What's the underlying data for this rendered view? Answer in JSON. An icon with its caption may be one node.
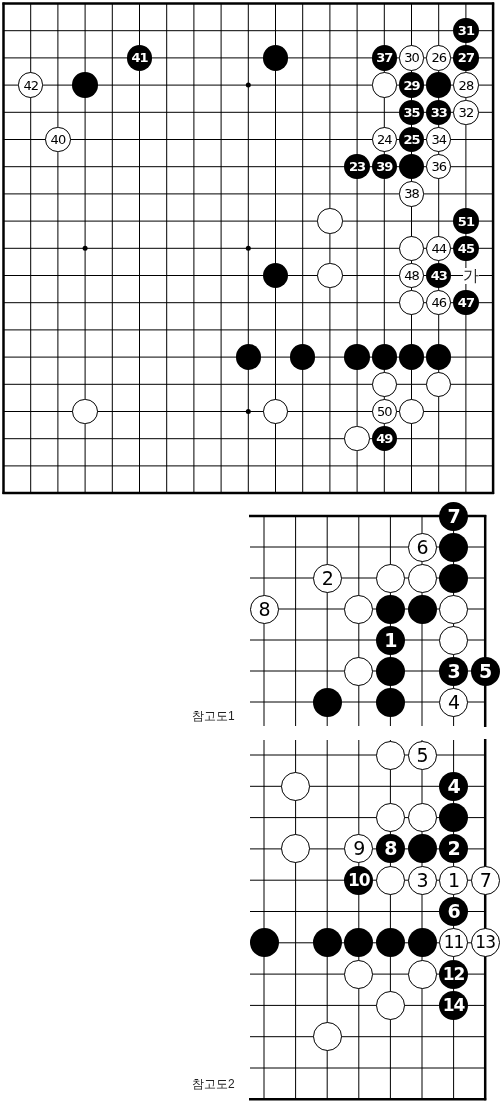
{
  "diagram": {
    "nodes": [
      {
        "text": [
          "31"
        ]
      },
      {
        "text": [
          "41"
        ]
      },
      {
        "text": [],
        "shape": "circle"
      },
      {
        "text": [
          "37"
        ]
      },
      {
        "text": [
          "30"
        ]
      },
      {
        "text": [
          "26"
        ]
      },
      {
        "text": [
          "27"
        ]
      },
      {
        "text": [
          "42"
        ]
      },
      {
        "text": [],
        "shape": "circle"
      },
      {
        "text": [],
        "shape": "circle"
      },
      {
        "text": [
          "29"
        ]
      },
      {
        "text": [],
        "shape": "circle"
      },
      {
        "text": [
          "28"
        ]
      },
      {
        "text": [
          "35"
        ]
      },
      {
        "text": [
          "33"
        ]
      },
      {
        "text": [
          "32"
        ]
      },
      {
        "text": [
          "40"
        ]
      },
      {
        "text": [
          "24"
        ]
      },
      {
        "text": [
          "25"
        ]
      },
      {
        "text": [
          "34"
        ]
      },
      {
        "text": [
          "23"
        ]
      },
      {
        "text": [
          "39"
        ]
      },
      {
        "text": [],
        "shape": "circle"
      },
      {
        "text": [
          "36"
        ]
      },
      {
        "text": [
          "38"
        ]
      },
      {
        "text": [],
        "shape": "circle"
      },
      {
        "text": [
          "51"
        ]
      },
      {
        "text": [],
        "shape": "circle"
      },
      {
        "text": [
          "44"
        ]
      },
      {
        "text": [
          "45"
        ]
      },
      {
        "text": [],
        "shape": "circle"
      },
      {
        "text": [],
        "shape": "circle"
      },
      {
        "text": [
          "48"
        ]
      },
      {
        "text": [
          "43"
        ]
      },
      {
        "text": [],
        "shape": "circle"
      },
      {
        "text": [
          "46"
        ]
      },
      {
        "text": [
          "47"
        ]
      },
      {
        "text": [],
        "shape": "circle"
      },
      {
        "text": [],
        "shape": "circle"
      },
      {
        "text": [],
        "shape": "circle"
      },
      {
        "text": [],
        "shape": "circle"
      },
      {
        "text": [],
        "shape": "circle"
      },
      {
        "text": [],
        "shape": "circle"
      },
      {
        "text": [],
        "shape": "circle"
      },
      {
        "text": [],
        "shape": "circle"
      },
      {
        "text": [],
        "shape": "circle"
      },
      {
        "text": [],
        "shape": "circle"
      },
      {
        "text": [
          "50"
        ]
      },
      {
        "text": [],
        "shape": "circle"
      },
      {
        "text": [],
        "shape": "circle"
      },
      {
        "text": [
          "49"
        ]
      },
      {
        "text": [
          "7"
        ]
      },
      {
        "text": [
          "6"
        ]
      },
      {
        "text": [],
        "shape": "circle"
      },
      {
        "text": [
          "2"
        ]
      },
      {
        "text": [],
        "shape": "circle"
      },
      {
        "text": [],
        "shape": "circle"
      },
      {
        "text": [],
        "shape": "circle"
      },
      {
        "text": [
          "8"
        ]
      },
      {
        "text": [],
        "shape": "circle"
      },
      {
        "text": [],
        "shape": "circle"
      },
      {
        "text": [],
        "shape": "circle"
      },
      {
        "text": [],
        "shape": "circle"
      },
      {
        "text": [
          "1"
        ]
      },
      {
        "text": [],
        "shape": "circle"
      },
      {
        "text": [],
        "shape": "circle"
      },
      {
        "text": [],
        "shape": "circle"
      },
      {
        "text": [
          "3"
        ]
      },
      {
        "text": [
          "5"
        ]
      },
      {
        "text": [],
        "shape": "circle"
      },
      {
        "text": [],
        "shape": "circle"
      },
      {
        "text": [
          "4"
        ]
      },
      {
        "text": [],
        "shape": "circle"
      },
      {
        "text": [
          "5"
        ]
      },
      {
        "text": [],
        "shape": "circle"
      },
      {
        "text": [
          "4"
        ]
      },
      {
        "text": [],
        "shape": "circle"
      },
      {
        "text": [],
        "shape": "circle"
      },
      {
        "text": [],
        "shape": "circle"
      },
      {
        "text": [],
        "shape": "circle"
      },
      {
        "text": [
          "9"
        ]
      },
      {
        "text": [
          "8"
        ]
      },
      {
        "text": [],
        "shape": "circle"
      },
      {
        "text": [
          "2"
        ]
      },
      {
        "text": [
          "10"
        ]
      },
      {
        "text": [],
        "shape": "circle"
      },
      {
        "text": [
          "3"
        ]
      },
      {
        "text": [
          "1"
        ]
      },
      {
        "text": [
          "7"
        ]
      },
      {
        "text": [
          "6"
        ]
      },
      {
        "text": [],
        "shape": "circle"
      },
      {
        "text": [],
        "shape": "circle"
      },
      {
        "text": [],
        "shape": "circle"
      },
      {
        "text": [],
        "shape": "circle"
      },
      {
        "text": [],
        "shape": "circle"
      },
      {
        "text": [
          "11"
        ]
      },
      {
        "text": [
          "13"
        ]
      },
      {
        "text": [],
        "shape": "circle"
      },
      {
        "text": [],
        "shape": "circle"
      },
      {
        "text": [
          "12"
        ]
      },
      {
        "text": [],
        "shape": "circle"
      },
      {
        "text": [
          "14"
        ]
      },
      {
        "text": [],
        "shape": "circle"
      }
    ],
    "labels": [
      "가",
      "참고도1",
      "참고도2"
    ]
  }
}
